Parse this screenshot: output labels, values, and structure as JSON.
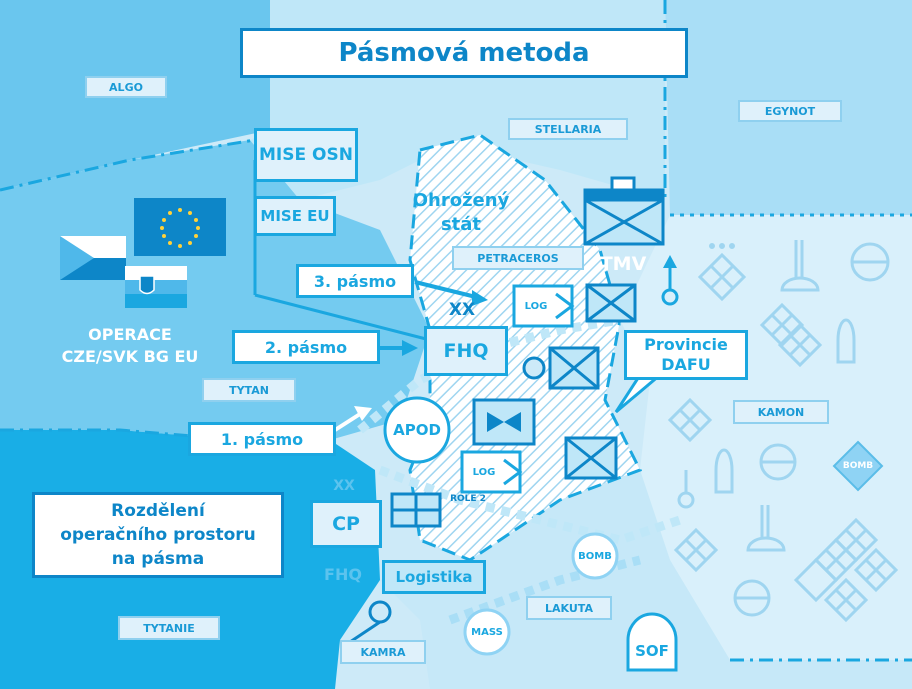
{
  "title": "Pásmová metoda",
  "operation": {
    "line1": "OPERACE",
    "line2": "CZE/SVK BG EU"
  },
  "division_box": "Rozdělení operačního prostoru na pásma",
  "zones": {
    "zone1": "1. pásmo",
    "zone2": "2. pásmo",
    "zone3": "3. pásmo"
  },
  "countries": {
    "algo": "ALGO",
    "stellaria": "STELLARIA",
    "egynot": "EGYNOT",
    "tytan": "TYTAN",
    "tytanie": "TYTANIE",
    "kamon": "KAMON",
    "lakuta": "LAKUTA",
    "kamra": "KAMRA",
    "petraceros": "PETRACEROS"
  },
  "missions": {
    "un": "MISE OSN",
    "eu": "MISE EU"
  },
  "threatened_state": {
    "line1": "Ohrožený",
    "line2": "stát"
  },
  "province": {
    "line1": "Provincie",
    "line2": "DAFU"
  },
  "units": {
    "fhq": "FHQ",
    "apod": "APOD",
    "cp": "CP",
    "logistika": "Logistika",
    "log1": "LOG",
    "log2": "LOG",
    "role2": "ROLE 2",
    "tmv": "TMV",
    "xx1": "XX",
    "xx2": "XX",
    "fhq_faint": "FHQ",
    "sof": "SOF"
  },
  "hazards": {
    "bomb1": "BOMB",
    "bomb2": "BOMB",
    "mass": "MASS"
  },
  "colors": {
    "dark_blue": "#0d86c8",
    "mid_blue": "#1aa7e0",
    "light_blue": "#8fd3f4",
    "pale_blue": "#cfeaf8",
    "white": "#ffffff"
  }
}
